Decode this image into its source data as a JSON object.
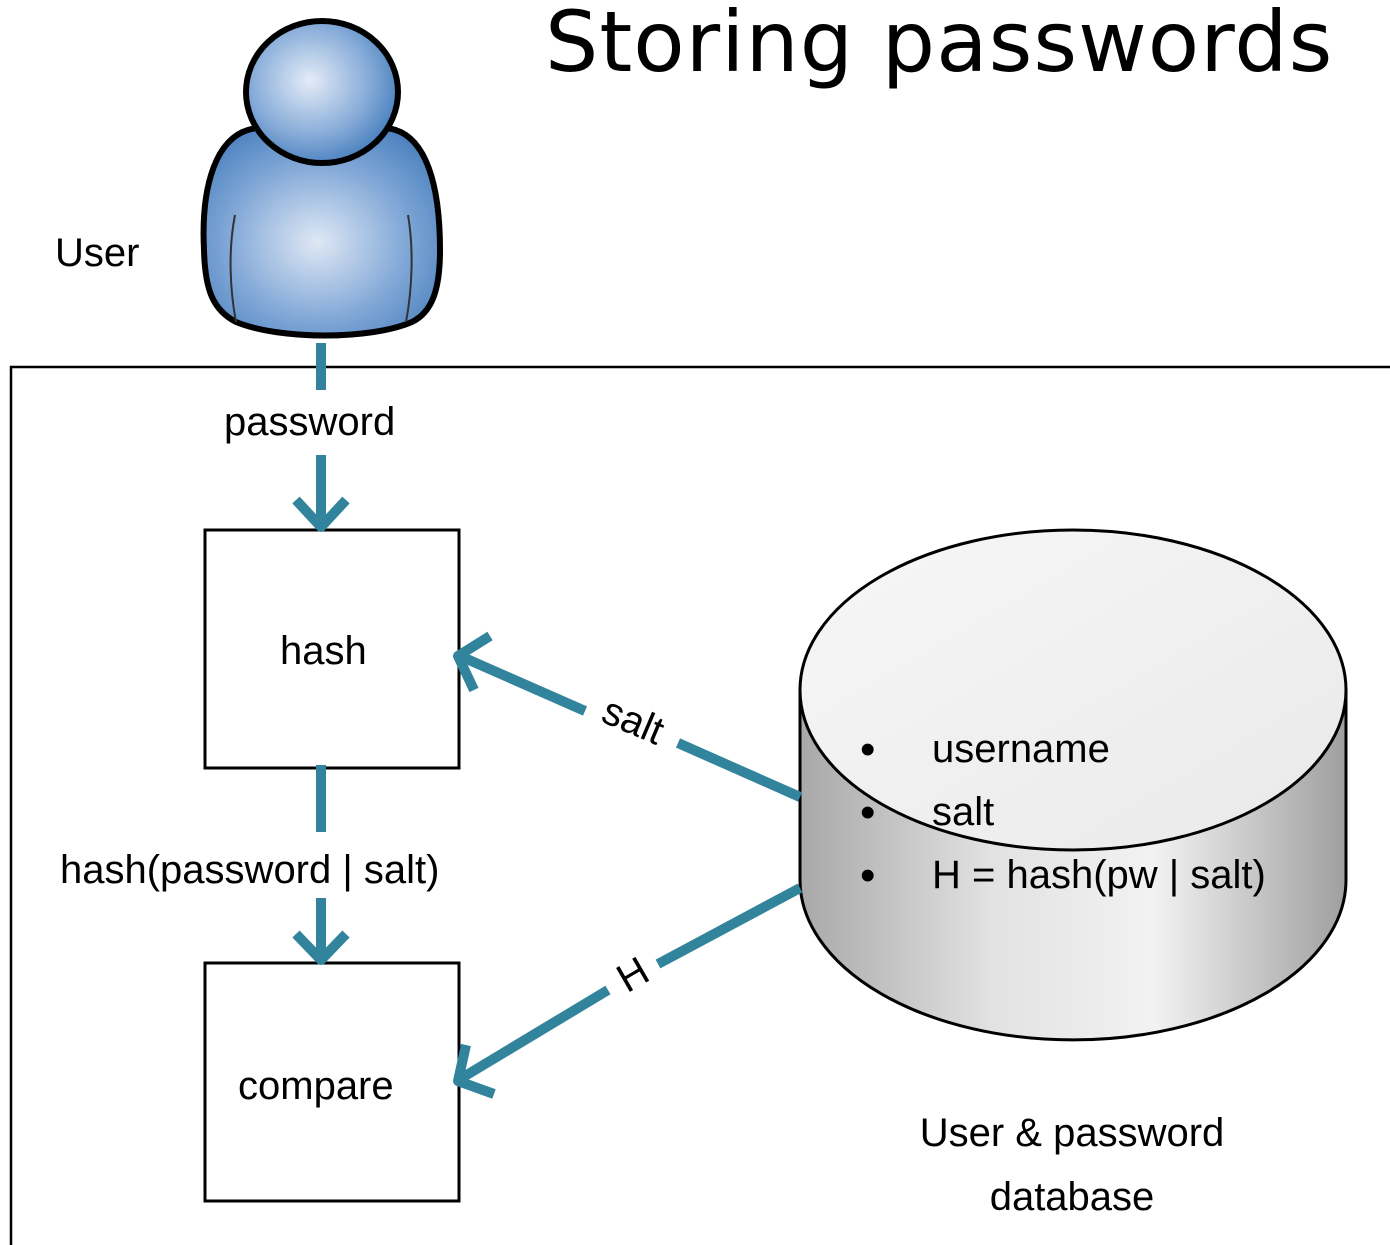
{
  "title": "Storing passwords",
  "user_label": "User",
  "password_label": "password",
  "hash_box_label": "hash",
  "hashed_label": "hash(password | salt)",
  "compare_box_label": "compare",
  "salt_arrow_label": "salt",
  "h_arrow_label": "H",
  "database": {
    "fields": [
      "username",
      "salt",
      "H = hash(pw | salt)"
    ],
    "caption_line1": "User & password",
    "caption_line2": "database"
  },
  "colors": {
    "arrow": "#31849B",
    "user_icon": "#4F81BD",
    "cylinder": "#D9D9D9"
  },
  "icons": [
    "user-icon",
    "database-cylinder"
  ]
}
